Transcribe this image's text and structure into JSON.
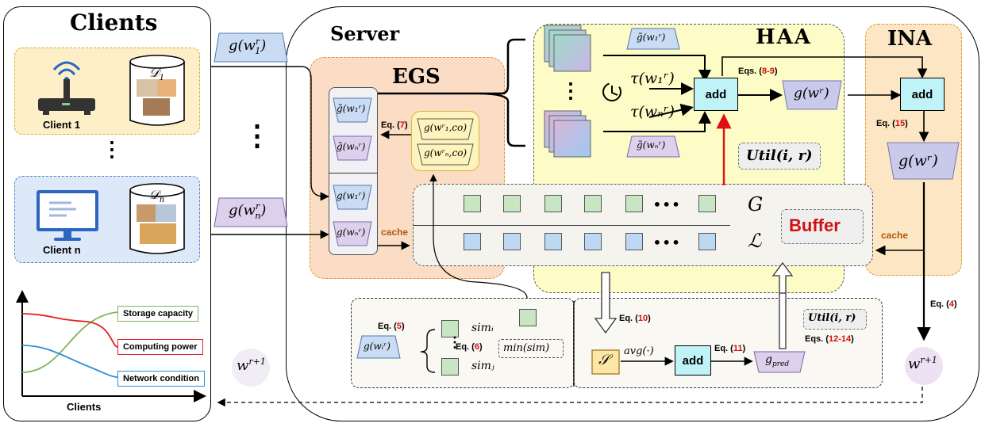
{
  "clients": {
    "title": "Clients",
    "client1_label": "Client 1",
    "clientn_label": "Client n",
    "dataset1": "𝒟",
    "dataset1_sub": "1",
    "datasetn": "𝒟",
    "datasetn_sub": "n",
    "vdots": "⋮",
    "chart": {
      "legend": [
        "Storage capacity",
        "Computing power",
        "Network condition"
      ],
      "xlabel": "Clients"
    }
  },
  "upload": {
    "g1": "g(w",
    "g1_sup": "r",
    "g1_sub": "1",
    "gn": "g(w",
    "gn_sup": "r",
    "gn_sub": "n",
    "vdots": "⋮",
    "wnext": "w",
    "wnext_sup": "r+1"
  },
  "server": {
    "title": "Server",
    "egs": {
      "title": "EGS",
      "gt1": "g̃(w₁ʳ)",
      "gtn": "g̃(wₙʳ)",
      "g1": "g(w₁ʳ)",
      "gn": "g(wₙʳ)",
      "co1": "g(wʳ₁,co)",
      "con": "g(wʳₙ,co)",
      "eq7_prefix": "Eq. (",
      "eq7_num": "7",
      "eq7_suffix": ")",
      "cache": "cache"
    },
    "haa": {
      "title": "HAA",
      "gt1": "g̃(w₁ʳ)",
      "gtn": "g̃(wₙʳ)",
      "tau1": "τ(w₁ʳ)",
      "taun": "τ(wₙʳ)",
      "add": "add",
      "eqs_prefix": "Eqs. (",
      "eqs_num": "8-9",
      "eqs_suffix": ")",
      "gwr": "g(wʳ)",
      "util": "Util(i, r)",
      "vdots": "⋮"
    },
    "ina": {
      "title": "INA",
      "add": "add",
      "eq15_prefix": "Eq. (",
      "eq15_num": "15",
      "eq15_suffix": ")",
      "gwr": "g(wʳ)",
      "cache": "cache",
      "eq4_prefix": "Eq. (",
      "eq4_num": "4",
      "eq4_suffix": ")",
      "wnext": "w",
      "wnext_sup": "r+1"
    },
    "buffer": {
      "title": "Buffer",
      "G": "G",
      "L": "ℒ",
      "dots": "•••"
    },
    "bottom": {
      "eq5_prefix": "Eq. (",
      "eq5_num": "5",
      "eq5_suffix": ")",
      "gwi": "g(wᵢʳ)",
      "simi": "simᵢ",
      "simj": "simⱼ",
      "eq6_prefix": "Eq. (",
      "eq6_num": "6",
      "eq6_suffix": ")",
      "minsim": "min(sim)",
      "eq10_prefix": "Eq. (",
      "eq10_num": "10",
      "eq10_suffix": ")",
      "S": "𝒮",
      "avg": "avg(·)",
      "add": "add",
      "eq11_prefix": "Eq. (",
      "eq11_num": "11",
      "eq11_suffix": ")",
      "gpred": "g",
      "gpred_sub": "pred",
      "util": "Util(i, r)",
      "eqs1214_prefix": "Eqs. (",
      "eqs1214_num": "12-14",
      "eqs1214_suffix": ")"
    }
  },
  "colors": {
    "egs_fill": "#fbdcc4",
    "egs_border": "#d9962e",
    "haa_fill": "#fdfbc6",
    "ina_fill": "#fde6c4",
    "client_fill": "#fdf0c8",
    "clientn_fill": "#dde9f8",
    "clientn_border": "#5b7fc7",
    "red_arrow": "#e01010",
    "blue_trap": "#c9dcf3",
    "purple_trap": "#dcd0ec"
  }
}
